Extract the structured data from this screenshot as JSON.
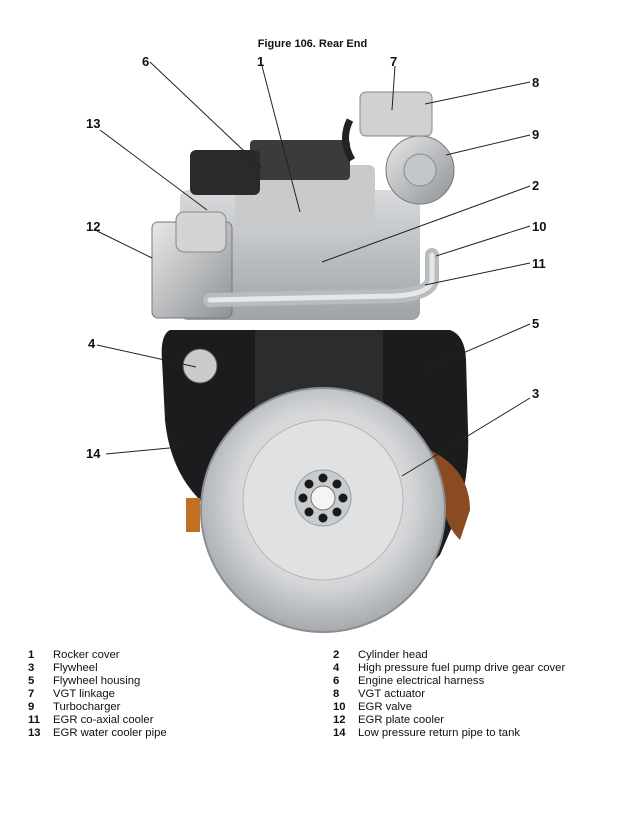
{
  "figure": {
    "title": "Figure 106. Rear End",
    "callout_numbers": [
      "1",
      "2",
      "3",
      "4",
      "5",
      "6",
      "7",
      "8",
      "9",
      "10",
      "11",
      "12",
      "13",
      "14"
    ]
  },
  "legend": [
    {
      "num": "1",
      "label": "Rocker cover"
    },
    {
      "num": "2",
      "label": "Cylinder head"
    },
    {
      "num": "3",
      "label": "Flywheel"
    },
    {
      "num": "4",
      "label": "High pressure fuel pump drive gear cover"
    },
    {
      "num": "5",
      "label": "Flywheel housing"
    },
    {
      "num": "6",
      "label": "Engine electrical harness"
    },
    {
      "num": "7",
      "label": "VGT linkage"
    },
    {
      "num": "8",
      "label": "VGT actuator"
    },
    {
      "num": "9",
      "label": "Turbocharger"
    },
    {
      "num": "10",
      "label": "EGR valve"
    },
    {
      "num": "11",
      "label": "EGR co-axial cooler"
    },
    {
      "num": "12",
      "label": "EGR plate cooler"
    },
    {
      "num": "13",
      "label": "EGR water cooler pipe"
    },
    {
      "num": "14",
      "label": "Low pressure return pipe to tank"
    }
  ]
}
